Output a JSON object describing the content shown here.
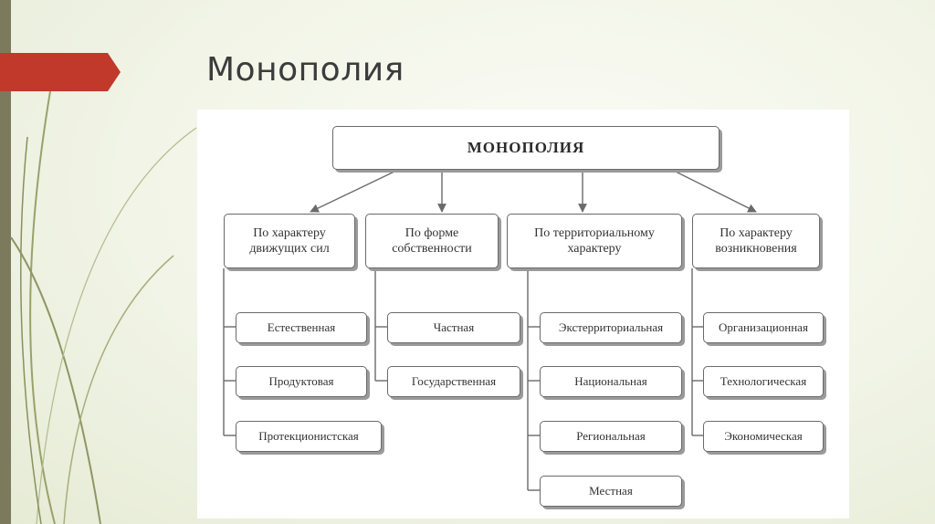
{
  "slide": {
    "title": "Монополия"
  },
  "theme": {
    "accent": "#c0392b",
    "bar": "#7b7a5c",
    "line": "#6a6a6a"
  },
  "diagram": {
    "root": "МОНОПОЛИЯ",
    "branches": [
      {
        "label": "По характеру движущих сил",
        "items": [
          "Естественная",
          "Продуктовая",
          "Протекционистская"
        ]
      },
      {
        "label": "По форме собственности",
        "items": [
          "Частная",
          "Государственная"
        ]
      },
      {
        "label": "По территориальному характеру",
        "items": [
          "Экстерриториальная",
          "Национальная",
          "Региональная",
          "Местная"
        ]
      },
      {
        "label": "По характеру возникновения",
        "items": [
          "Организационная",
          "Технологическая",
          "Экономическая"
        ]
      }
    ]
  }
}
